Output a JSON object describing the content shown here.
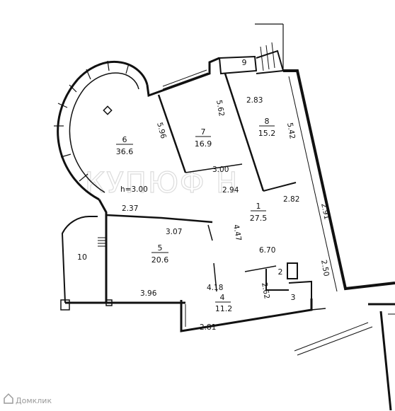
{
  "watermark": "КУПЮФ Н",
  "ceiling_height": "h=3.00",
  "rooms": [
    {
      "id": "room-6",
      "number": "6",
      "area": "36.6"
    },
    {
      "id": "room-7",
      "number": "7",
      "area": "16.9"
    },
    {
      "id": "room-8",
      "number": "8",
      "area": "15.2"
    },
    {
      "id": "room-1",
      "number": "1",
      "area": "27.5"
    },
    {
      "id": "room-5",
      "number": "5",
      "area": "20.6"
    },
    {
      "id": "room-4",
      "number": "4",
      "area": "11.2"
    },
    {
      "id": "room-10",
      "number": "10",
      "area": ""
    },
    {
      "id": "room-9",
      "number": "9",
      "area": ""
    },
    {
      "id": "room-2",
      "number": "2",
      "area": ""
    },
    {
      "id": "room-3",
      "number": "3",
      "area": ""
    }
  ],
  "dimensions": {
    "d_5_62": "5.62",
    "d_2_83": "2.83",
    "d_5_42": "5.42",
    "d_5_96": "5.96",
    "d_3_00": "3.00",
    "d_2_94": "2.94",
    "d_2_82": "2.82",
    "d_2_91": "2.91",
    "d_2_37": "2.37",
    "d_3_07": "3.07",
    "d_4_47": "4.47",
    "d_6_70": "6.70",
    "d_2_50": "2.50",
    "d_4_18": "4.18",
    "d_2_62": "2.62",
    "d_3_96": "3.96",
    "d_2_81": "2.81"
  },
  "logo": {
    "text": "Домклик",
    "icon": "house-logo-icon"
  },
  "colors": {
    "wall": "#111111",
    "background": "#ffffff",
    "watermark_stroke": "#d9d9d9"
  }
}
